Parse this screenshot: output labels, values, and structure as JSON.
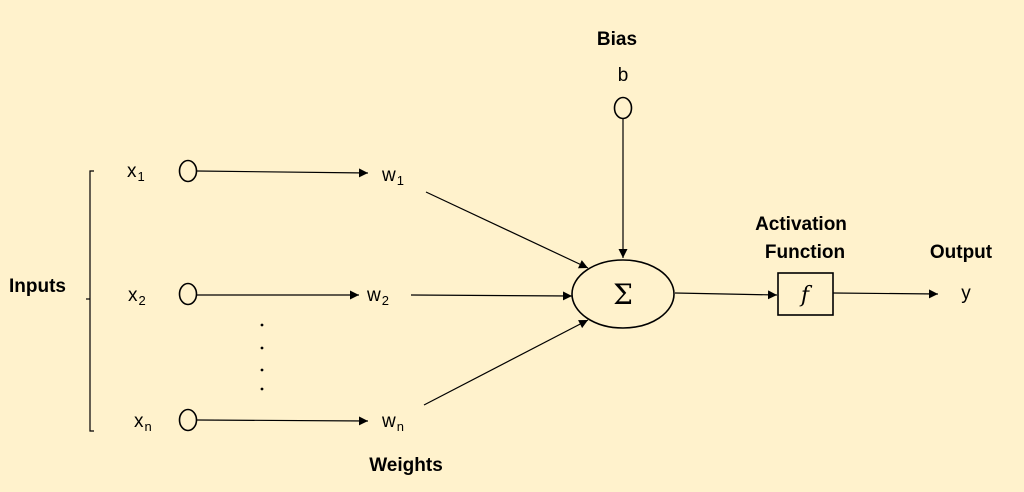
{
  "labels": {
    "bias_title": "Bias",
    "bias_symbol": "b",
    "inputs": "Inputs",
    "weights": "Weights",
    "activation_line1": "Activation",
    "activation_line2": "Function",
    "activation_symbol": "f",
    "output_title": "Output",
    "output_symbol": "y",
    "sum_symbol": "Σ"
  },
  "inputs": [
    {
      "var": "x",
      "sub": "1"
    },
    {
      "var": "x",
      "sub": "2"
    },
    {
      "var": "x",
      "sub": "n"
    }
  ],
  "weights": [
    {
      "var": "w",
      "sub": "1"
    },
    {
      "var": "w",
      "sub": "2"
    },
    {
      "var": "w",
      "sub": "n"
    }
  ],
  "colors": {
    "background": "#fff2cc",
    "stroke": "#000000"
  }
}
